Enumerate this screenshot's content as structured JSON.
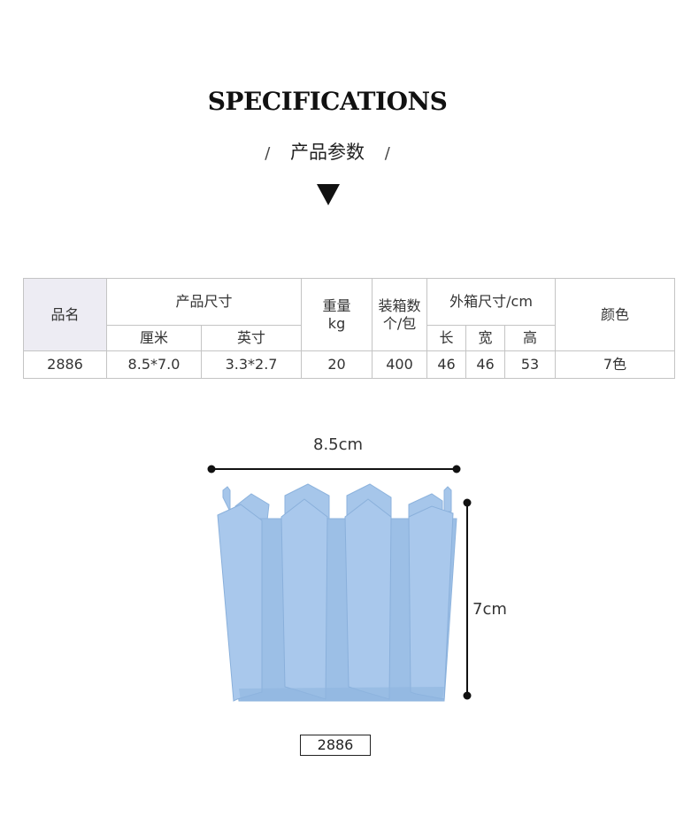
{
  "header": {
    "title": "SPECIFICATIONS",
    "subtitle": "产品参数",
    "separator_left": "/",
    "separator_right": "/"
  },
  "table": {
    "headers": {
      "name": "品名",
      "size": "产品尺寸",
      "weight_line1": "重量",
      "weight_line2": "kg",
      "qty_line1": "装箱数",
      "qty_line2": "个/包",
      "carton": "外箱尺寸/cm",
      "color": "颜色"
    },
    "subheaders": {
      "cm": "厘米",
      "inch": "英寸",
      "length": "长",
      "width": "宽",
      "height": "高"
    },
    "row": {
      "name": "2886",
      "cm": "8.5*7.0",
      "inch": "3.3*2.7",
      "weight": "20",
      "qty": "400",
      "length": "46",
      "width": "46",
      "height": "53",
      "color": "7色"
    }
  },
  "product": {
    "width_label": "8.5cm",
    "height_label": "7cm",
    "code": "2886",
    "pot_color": "#a6c6ea"
  }
}
